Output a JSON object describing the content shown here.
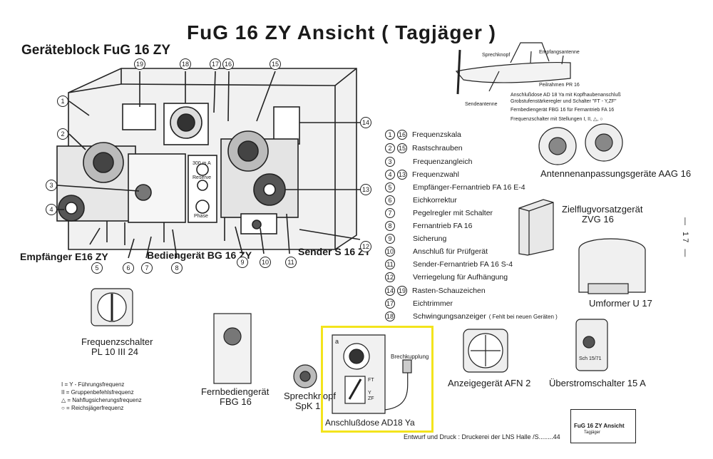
{
  "title": "FuG 16 ZY Ansicht ( Tagjäger )",
  "block_label": "Geräteblock FuG 16 ZY",
  "main_labels": {
    "receiver": "Empfänger E16 ZY",
    "control": "Bediengerät BG 16 ZY",
    "transmitter": "Sender S 16 ZY"
  },
  "panel_labels": {
    "ma": "300 m A",
    "reserve": "Reserve",
    "phase": "Phase"
  },
  "callouts": [
    "1",
    "2",
    "3",
    "4",
    "5",
    "6",
    "7",
    "8",
    "9",
    "10",
    "11",
    "12",
    "13",
    "14",
    "15",
    "16",
    "17",
    "18",
    "19"
  ],
  "legend": [
    {
      "a": "1",
      "b": "16",
      "text": "Frequenzskala"
    },
    {
      "a": "2",
      "b": "15",
      "text": "Rastschrauben"
    },
    {
      "a": "3",
      "b": "",
      "text": "Frequenzangleich"
    },
    {
      "a": "4",
      "b": "13",
      "text": "Frequenzwahl"
    },
    {
      "a": "5",
      "b": "",
      "text": "Empfänger-Fernantrieb FA 16 E-4"
    },
    {
      "a": "6",
      "b": "",
      "text": "Eichkorrektur"
    },
    {
      "a": "7",
      "b": "",
      "text": "Pegelregler mit Schalter"
    },
    {
      "a": "8",
      "b": "",
      "text": "Fernantrieb FA 16"
    },
    {
      "a": "9",
      "b": "",
      "text": "Sicherung"
    },
    {
      "a": "10",
      "b": "",
      "text": "Anschluß für Prüfgerät"
    },
    {
      "a": "11",
      "b": "",
      "text": "Sender-Fernantrieb  FA 16 S-4"
    },
    {
      "a": "12",
      "b": "",
      "text": "Verriegelung für Aufhängung"
    },
    {
      "a": "14",
      "b": "19",
      "text": "Rasten-Schauzeichen"
    },
    {
      "a": "17",
      "b": "",
      "text": "Eichtrimmer"
    },
    {
      "a": "18",
      "b": "",
      "text": "Schwingungsanzeiger"
    }
  ],
  "legend_note": "( Fehlt bei neuen Geräten )",
  "aircraft": {
    "sprechknopf": "Sprechknopf",
    "empfangsantenne": "Empfangsantenne",
    "peilrahmen": "Peilrahmen PR 16",
    "sendeantenne": "Sendeantenne",
    "anschlussdose": "Anschlußdose AD 18 Ya mit Kopfhaubenanschluß",
    "grobstufe": "Grobstufenstärkeregler und Schalter \"FT - Y,ZF\"",
    "fernbediengeraet": "Fernbediengerät FBG 16 für Fernantrieb FA 16",
    "frequenzschalter": "Frequenzschalter mit Stellungen I, II, △, ○"
  },
  "components": {
    "aag": "Antennenanpassungsgeräte AAG 16",
    "zvg_1": "Zielflugvorsatzgerät",
    "zvg_2": "ZVG 16",
    "umformer": "Umformer U 17",
    "frequenzschalter_1": "Frequenzschalter",
    "frequenzschalter_2": "PL 10 III 24",
    "fbg_1": "Fernbediengerät",
    "fbg_2": "FBG 16",
    "spk_1": "Sprechknopf",
    "spk_2": "SpK 1",
    "anschlussdose": "Anschlußdose AD18 Ya",
    "bruchkupplung": "Brechkupplung",
    "ad_a": "a",
    "ad_ft": "FT",
    "ad_y": "Y",
    "ad_zf": "ZF",
    "afn": "Anzeigegerät  AFN 2",
    "ueberstrom": "Überstromschalter 15 A",
    "ueberstrom_plate": "Sch 15/71"
  },
  "freq_legend": [
    "I  = Y - Führungsfrequenz",
    "II  = Gruppenbefehlsfrequenz",
    "△  = Nahflugsicherungsfrequenz",
    "○  = Reichsjägerfrequenz"
  ],
  "footer": "Entwurf und Druck : Druckerei der LNS Halle /S........44",
  "page_number": "— 17 —",
  "title_block": {
    "main": "FuG 16 ZY Ansicht",
    "sub": "Tagjäger"
  }
}
